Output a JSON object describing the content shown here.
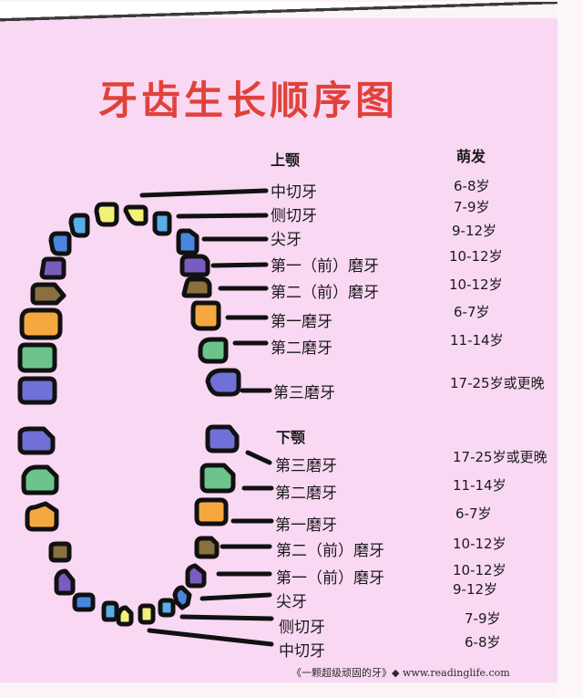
{
  "title": "牙齿生长顺序图",
  "column_header_eruption": "萌发",
  "upper": {
    "header": "上颚",
    "teeth": [
      {
        "name": "中切牙",
        "age": "6-8岁"
      },
      {
        "name": "侧切牙",
        "age": "7-9岁"
      },
      {
        "name": "尖牙",
        "age": "9-12岁"
      },
      {
        "name": "第一（前）磨牙",
        "age": "10-12岁"
      },
      {
        "name": "第二（前）磨牙",
        "age": "10-12岁"
      },
      {
        "name": "第一磨牙",
        "age": "6-7岁"
      },
      {
        "name": "第二磨牙",
        "age": "11-14岁"
      },
      {
        "name": "第三磨牙",
        "age": "17-25岁或更晚"
      }
    ]
  },
  "lower": {
    "header": "下颚",
    "teeth": [
      {
        "name": "第三磨牙",
        "age": "17-25岁或更晚"
      },
      {
        "name": "第二磨牙",
        "age": "11-14岁"
      },
      {
        "name": "第一磨牙",
        "age": "6-7岁"
      },
      {
        "name": "第二（前）磨牙",
        "age": "10-12岁"
      },
      {
        "name": "第一（前）磨牙",
        "age": "10-12岁"
      },
      {
        "name": "尖牙",
        "age": "9-12岁"
      },
      {
        "name": "侧切牙",
        "age": "7-9岁"
      },
      {
        "name": "中切牙",
        "age": "6-8岁"
      }
    ]
  },
  "footer": "《一颗超级顽固的牙》◆ www.readinglife.com",
  "colors": {
    "title": "#e0423a",
    "background": "#f9d8f3",
    "central_incisor": "#f3f07a",
    "lateral_incisor": "#5aaee8",
    "canine": "#4a86e0",
    "first_premolar": "#7a5cc0",
    "second_premolar": "#8a7040",
    "first_molar": "#f6a840",
    "second_molar": "#6cc48c",
    "third_molar": "#7070d8",
    "outline": "#111111"
  }
}
